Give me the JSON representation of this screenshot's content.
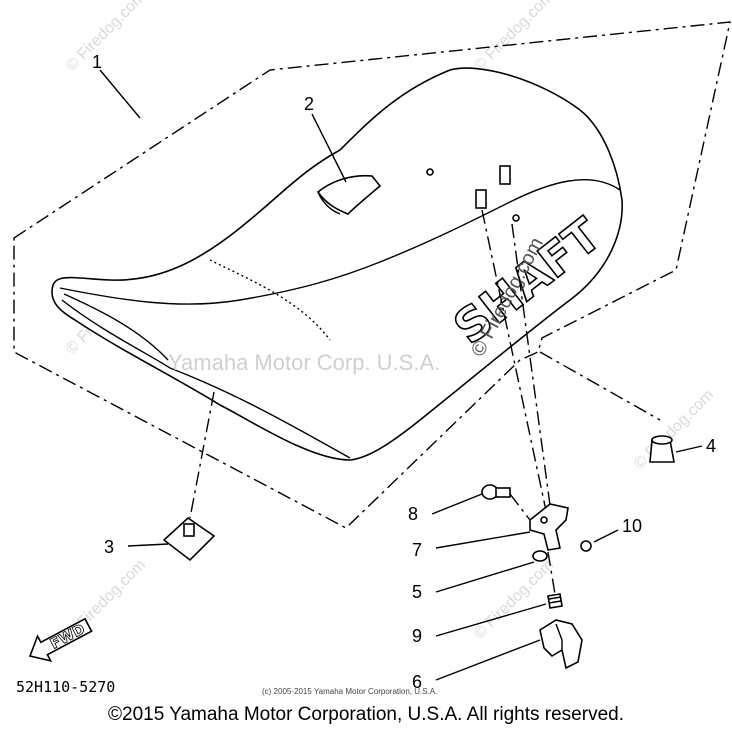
{
  "watermark": {
    "site": "© Firedog.com",
    "owner": "Yamaha Motor Corp. U.S.A.",
    "small_copyright": "(c) 2005-2015 Yamaha Motor Corporation, U.S.A."
  },
  "decal_text": "SHAFT",
  "fwd_label": "FWD",
  "diagram_part_number": "52H110-5270",
  "callouts": [
    "1",
    "2",
    "3",
    "4",
    "5",
    "6",
    "7",
    "8",
    "9",
    "10"
  ],
  "footer": "©2015 Yamaha Motor Corporation, U.S.A. All rights reserved."
}
